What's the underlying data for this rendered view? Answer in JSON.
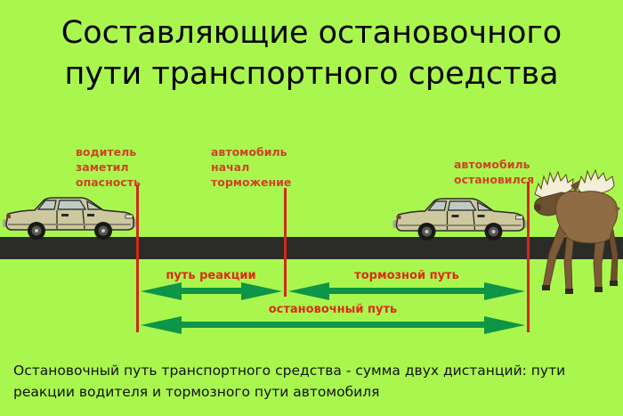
{
  "colors": {
    "background": "#a9f74e",
    "road": "#2b2b28",
    "marker_line": "#cf2a18",
    "marker_label": "#cc4526",
    "distance_label": "#df2a15",
    "arrow": "#0e9546",
    "title_text": "#000000",
    "caption_text": "#111111"
  },
  "title": "Составляющие остановочного\nпути транспортного средства",
  "markers": [
    {
      "label": "водитель\nзаметил\nопасность"
    },
    {
      "label": "автомобиль\nначал\nторможение"
    },
    {
      "label": "автомобиль\nостановился"
    }
  ],
  "distances": {
    "reaction_label": "путь реакции",
    "braking_label": "тормозной путь",
    "stopping_label": "остановочный путь"
  },
  "caption": "Остановочный путь транспортного средства - сумма двух дистанций: пути\nреакции водителя и тормозного пути автомобиля",
  "figures": {
    "car_left": "car-icon",
    "car_right": "car-icon",
    "moose": "moose-icon"
  }
}
